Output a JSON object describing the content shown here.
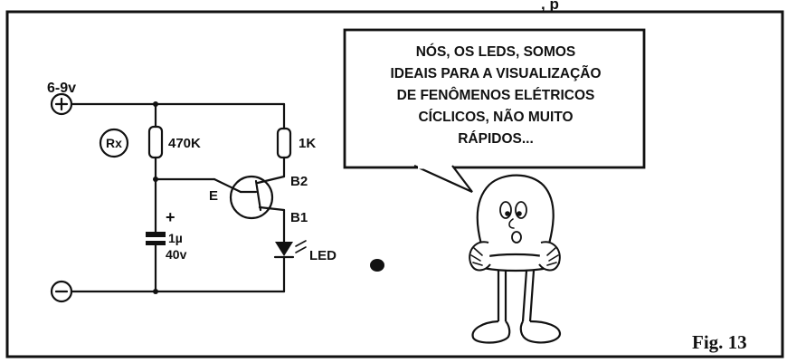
{
  "top_fragment": ", p",
  "circuit": {
    "supply_label": "6-9v",
    "rx_label": "Rx",
    "r1_label": "470K",
    "r2_label": "1K",
    "emitter_label": "E",
    "b2_label": "B2",
    "b1_label": "B1",
    "cap_value": "1µ",
    "cap_voltage": "40v",
    "led_label": "LED"
  },
  "speech_bubble": {
    "lines": [
      "NÓS, OS LEDS, SOMOS",
      "IDEAIS PARA A VISUALIZAÇÃO",
      "DE FENÔMENOS ELÉTRICOS",
      "CÍCLICOS, NÃO MUITO",
      "RÁPIDOS..."
    ]
  },
  "caption": "Fig. 13"
}
